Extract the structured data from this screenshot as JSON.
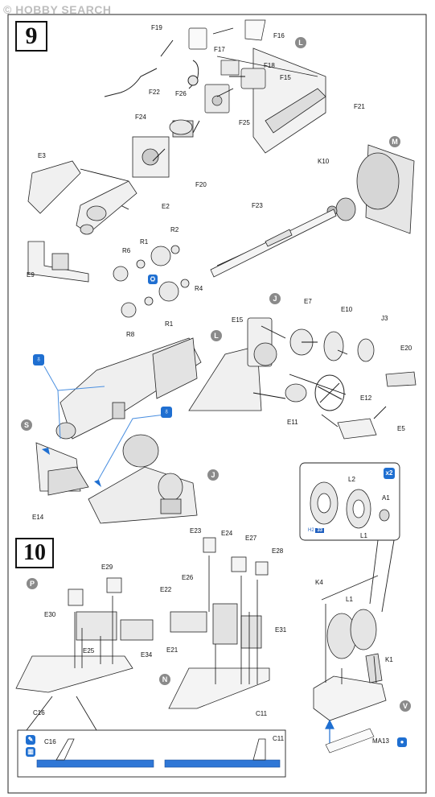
{
  "brand": {
    "logo_prefix": "©",
    "logo_text": "HOBBY SEARCH"
  },
  "steps": {
    "step9": "9",
    "step10": "10"
  },
  "colors": {
    "accent_blue": "#1f6fd1",
    "label_circle": "#8a8a8a",
    "cement_line": "#4a8fe0"
  },
  "step9_labels": {
    "F19": "F19",
    "F16": "F16",
    "F17": "F17",
    "F18": "F18",
    "F15": "F15",
    "F22": "F22",
    "F26": "F26",
    "F21": "F21",
    "F24": "F24",
    "F25": "F25",
    "F20": "F20",
    "E3": "E3",
    "E2": "E2",
    "K10": "K10",
    "F23": "F23",
    "E9": "E9",
    "R2": "R2",
    "R6": "R6",
    "R1a": "R1",
    "R4": "R4",
    "R8": "R8",
    "R1b": "R1",
    "E7": "E7",
    "E10": "E10",
    "E15": "E15",
    "J3": "J3",
    "E20": "E20",
    "E12": "E12",
    "E11": "E11",
    "E5": "E5",
    "E14": "E14"
  },
  "step9_callouts": {
    "L1": "L",
    "M": "M",
    "J1": "J",
    "L2": "L",
    "S": "S",
    "J2": "J"
  },
  "wheel_box": {
    "badge": "x2",
    "L2": "L2",
    "A1": "A1",
    "L1": "L1",
    "tag_text": "H2",
    "tag_num": "33"
  },
  "step10_labels": {
    "E23": "E23",
    "E24": "E24",
    "E27": "E27",
    "E28": "E28",
    "E29": "E29",
    "E30": "E30",
    "E26": "E26",
    "E22": "E22",
    "E25": "E25",
    "E34": "E34",
    "E21": "E21",
    "E31": "E31",
    "C16": "C16",
    "C11": "C11",
    "K4": "K4",
    "L1": "L1",
    "K1": "K1",
    "MA13": "MA13",
    "C16b": "C16",
    "C11b": "C11"
  },
  "step10_callouts": {
    "P": "P",
    "N": "N",
    "V": "V"
  }
}
